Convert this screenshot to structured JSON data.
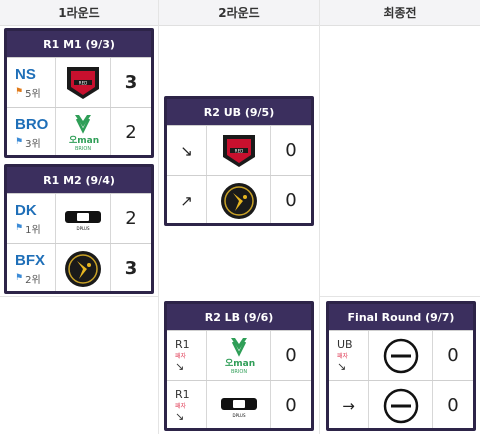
{
  "columns": [
    "1라운드",
    "2라운드",
    "최종전"
  ],
  "r1m1": {
    "title": "R1 M1 (9/3)",
    "teams": [
      {
        "name": "NS",
        "seed": "5위",
        "seed_icon": "rank-flag-icon",
        "logo": "ns-redforce-logo",
        "score": "3",
        "winner": true
      },
      {
        "name": "BRO",
        "seed": "3위",
        "seed_icon": "rank-flag-icon",
        "logo": "brion-logo",
        "score": "2",
        "winner": false
      }
    ]
  },
  "r1m2": {
    "title": "R1 M2 (9/4)",
    "teams": [
      {
        "name": "DK",
        "seed": "1위",
        "seed_icon": "rank-flag-icon",
        "logo": "dk-logo",
        "score": "2",
        "winner": false
      },
      {
        "name": "BFX",
        "seed": "2위",
        "seed_icon": "rank-flag-icon",
        "logo": "fearx-logo",
        "score": "3",
        "winner": true
      }
    ]
  },
  "r2ub": {
    "title": "R2 UB (9/5)",
    "rows": [
      {
        "arrow": "↘",
        "logo": "ns-redforce-logo",
        "score": "0"
      },
      {
        "arrow": "↗",
        "logo": "fearx-logo",
        "score": "0"
      }
    ]
  },
  "r2lb": {
    "title": "R2 LB (9/6)",
    "rows": [
      {
        "src": "R1",
        "sub": "패자",
        "arrow": "↘",
        "logo": "brion-logo",
        "score": "0"
      },
      {
        "src": "R1",
        "sub": "패자",
        "arrow": "↘",
        "logo": "dk-logo",
        "score": "0"
      }
    ]
  },
  "final": {
    "title": "Final Round (9/7)",
    "rows": [
      {
        "src": "UB",
        "sub": "패자",
        "arrow": "↘",
        "logo": "tbd-logo",
        "score": "0"
      },
      {
        "src": "",
        "sub": "",
        "arrow": "→",
        "logo": "tbd-logo",
        "score": "0"
      }
    ]
  },
  "colors": {
    "card_header": "#3b2f5e",
    "card_border": "#2d2448",
    "team_name": "#1f6fb8",
    "sub_label": "#e0405a"
  }
}
